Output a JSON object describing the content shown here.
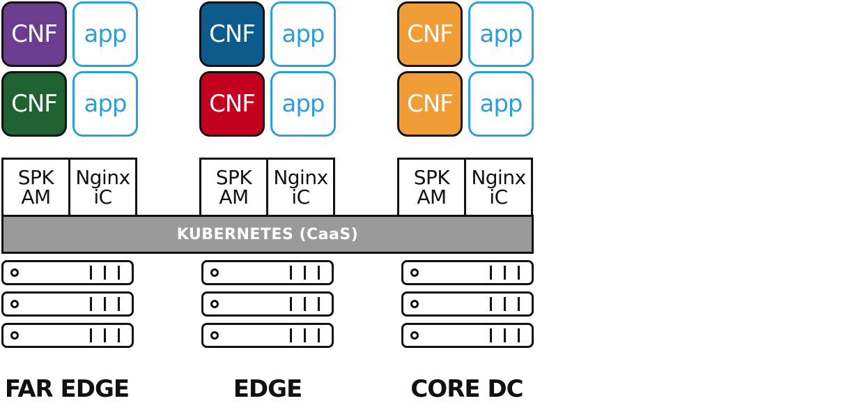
{
  "kubernetes_label": "KUBERNETES (CaaS)",
  "colors": {
    "far_edge_cnf_1": "#6a3d8f",
    "far_edge_cnf_2": "#1f6131",
    "edge_cnf_1": "#0d5a8c",
    "edge_cnf_2": "#c4001f",
    "core_cnf": "#f29c38",
    "app_border": "#2b9fd6",
    "kubernetes_bar": "#9a9a9a"
  },
  "columns": [
    {
      "label": "FAR EDGE",
      "tiles": [
        {
          "cnf": "CNF",
          "app": "app"
        },
        {
          "cnf": "CNF",
          "app": "app"
        }
      ],
      "controllers": [
        {
          "line1": "SPK",
          "line2": "AM"
        },
        {
          "line1": "Nginx",
          "line2": "iC"
        }
      ]
    },
    {
      "label": "EDGE",
      "tiles": [
        {
          "cnf": "CNF",
          "app": "app"
        },
        {
          "cnf": "CNF",
          "app": "app"
        }
      ],
      "controllers": [
        {
          "line1": "SPK",
          "line2": "AM"
        },
        {
          "line1": "Nginx",
          "line2": "iC"
        }
      ]
    },
    {
      "label": "CORE DC",
      "tiles": [
        {
          "cnf": "CNF",
          "app": "app"
        },
        {
          "cnf": "CNF",
          "app": "app"
        }
      ],
      "controllers": [
        {
          "line1": "SPK",
          "line2": "AM"
        },
        {
          "line1": "Nginx",
          "line2": "iC"
        }
      ]
    }
  ],
  "icons": {
    "server": "server-rack-icon"
  }
}
